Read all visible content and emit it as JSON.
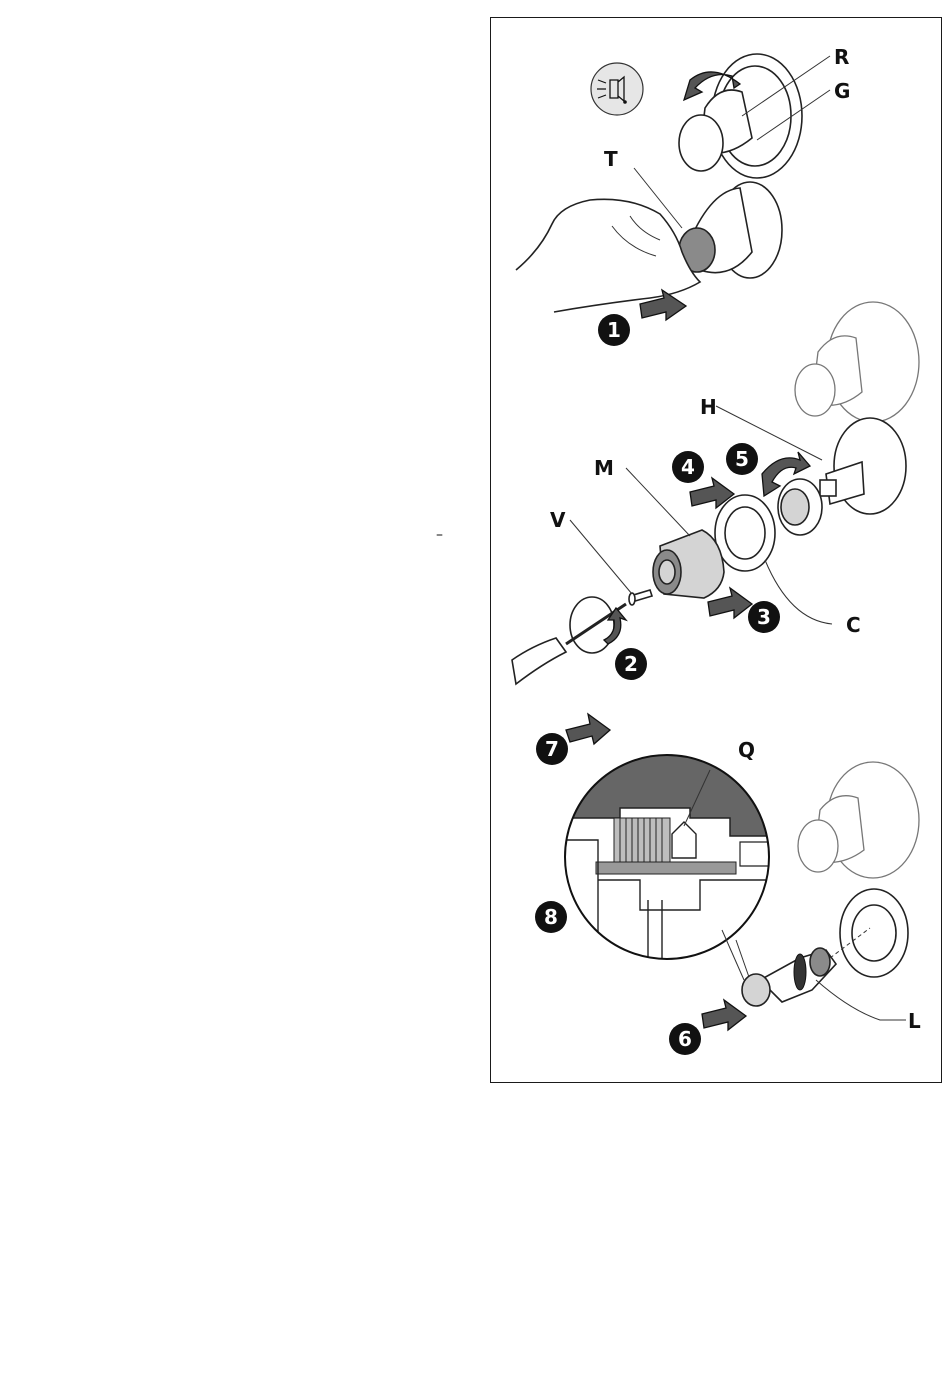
{
  "page": {
    "dash": "–"
  },
  "labels": {
    "R": "R",
    "G": "G",
    "T": "T",
    "H": "H",
    "M": "M",
    "V": "V",
    "C": "C",
    "Q": "Q",
    "L": "L"
  },
  "steps": [
    "1",
    "2",
    "3",
    "4",
    "5",
    "6",
    "7",
    "8"
  ],
  "icons": [
    "light-bulb-sound-icon"
  ],
  "colors": {
    "ink": "#111111",
    "step_badge": "#111111",
    "arrow_fill": "#555555",
    "part_grey": "#d4d4d4"
  }
}
